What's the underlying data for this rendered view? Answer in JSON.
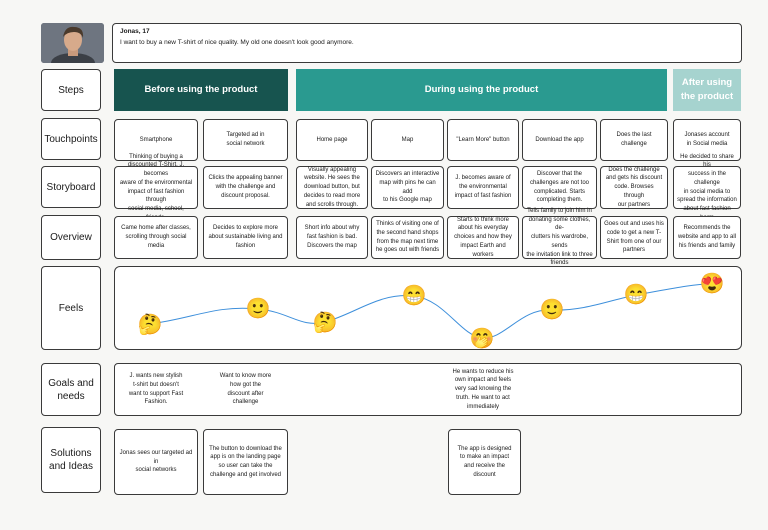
{
  "persona": {
    "name": "Jonas, 17",
    "quote": "I want to buy a new T-shirt of nice quality. My old one doesn't look good anymore."
  },
  "row_labels": {
    "steps": "Steps",
    "touchpoints": "Touchpoints",
    "storyboard": "Storyboard",
    "overview": "Overview",
    "feels": "Feels",
    "goals_line1": "Goals and",
    "goals_line2": "needs",
    "solutions_line1": "Solutions",
    "solutions_line2": "and Ideas"
  },
  "phases": {
    "before": "Before using the product",
    "during": "During using the product",
    "after_line1": "After using",
    "after_line2": "the product"
  },
  "colors": {
    "before": "#17544f",
    "during": "#2a9a90",
    "after": "#a6d3cf",
    "curve": "#3d8fdb"
  },
  "touchpoints": [
    {
      "line1": "Smartphone",
      "line2": ""
    },
    {
      "line1": "Targeted ad in",
      "line2": "social network"
    },
    {
      "line1": "Home page",
      "line2": ""
    },
    {
      "line1": "Map",
      "line2": ""
    },
    {
      "line1": "\"Learn More\" button",
      "line2": ""
    },
    {
      "line1": "Download the app",
      "line2": ""
    },
    {
      "line1": "Does the last challenge",
      "line2": ""
    },
    {
      "line1": "Jonases account",
      "line2": "in Social media"
    }
  ],
  "storyboard": [
    [
      "Thinking of buying a",
      "discounted T-Shirt. J. becomes",
      "aware of the environmental",
      "impact of fast fashion through",
      "social media, school,  friends."
    ],
    [
      "Clicks the appealing banner",
      "with the challenge and",
      "discount proposal."
    ],
    [
      "Visually appealing",
      "website. He sees the",
      "download button, but",
      "decides to read more",
      "and scrolls through."
    ],
    [
      "Discovers an interactive",
      "map with pins he can add",
      "to his Google map"
    ],
    [
      "J. becomes aware of",
      "the environmental",
      "impact of fast fashion"
    ],
    [
      "Discover that the",
      "challenges are not too",
      "complicated. Starts",
      "completing them."
    ],
    [
      "Does the challenge",
      "and gets his discount",
      "code. Browses through",
      "our partners"
    ],
    [
      "He decided to share his",
      "success in the challenge",
      "in social media to",
      "spread the information",
      "about fast fashion harm"
    ]
  ],
  "overview": [
    [
      "Came home after classes,",
      "scrolling through social",
      "media"
    ],
    [
      "Decides to explore more",
      "about sustainable living and",
      "fashion"
    ],
    [
      "Short info about why",
      "fast fashion is bad.",
      "Discovers the map"
    ],
    [
      "Thinks of visiting one of",
      "the second hand shops",
      "from the map next time",
      "he goes out with friends"
    ],
    [
      "Starts to think more",
      "about his everyday",
      "choices and how they",
      "impact Earth and workers"
    ],
    [
      "Tells family to join him in",
      "donating some clothes, de-",
      "clutters his wardrobe, sends",
      "the invitation link to three",
      "friends"
    ],
    [
      "Goes out and uses his",
      "code to get a new T-",
      "Shirt from one of our",
      "partners"
    ],
    [
      "Recommends the",
      "website and app to all",
      "his friends and family"
    ]
  ],
  "feels": {
    "emojis": [
      {
        "name": "thinking-emoji",
        "glyph": "🤔"
      },
      {
        "name": "smiling-emoji",
        "glyph": "🙂"
      },
      {
        "name": "thinking-emoji",
        "glyph": "🤔"
      },
      {
        "name": "grinning-emoji",
        "glyph": "😁"
      },
      {
        "name": "face-with-hand-over-mouth-emoji",
        "glyph": "🤭"
      },
      {
        "name": "smiling-emoji",
        "glyph": "🙂"
      },
      {
        "name": "grinning-emoji",
        "glyph": "😁"
      },
      {
        "name": "smiling-with-heart-eyes-emoji",
        "glyph": "😍"
      }
    ]
  },
  "goals": [
    [
      "J. wants new stylish",
      "t-shirt but doesn't",
      "want to support Fast",
      "Fashion."
    ],
    [
      "Want to know more",
      "how got the",
      "discount after",
      "challenge"
    ],
    [
      "He wants to reduce his",
      "own impact and feels",
      "very sad knowing the",
      "truth. He want to act",
      "immediately"
    ]
  ],
  "solutions": [
    [
      "Jonas sees our targeted ad in",
      "social networks"
    ],
    [
      "The button to download the",
      "app is on the landing page",
      "so user can take the",
      "challenge and get involved"
    ],
    [
      "The app is designed",
      "to make an impact",
      "and receive the",
      "discount"
    ]
  ]
}
